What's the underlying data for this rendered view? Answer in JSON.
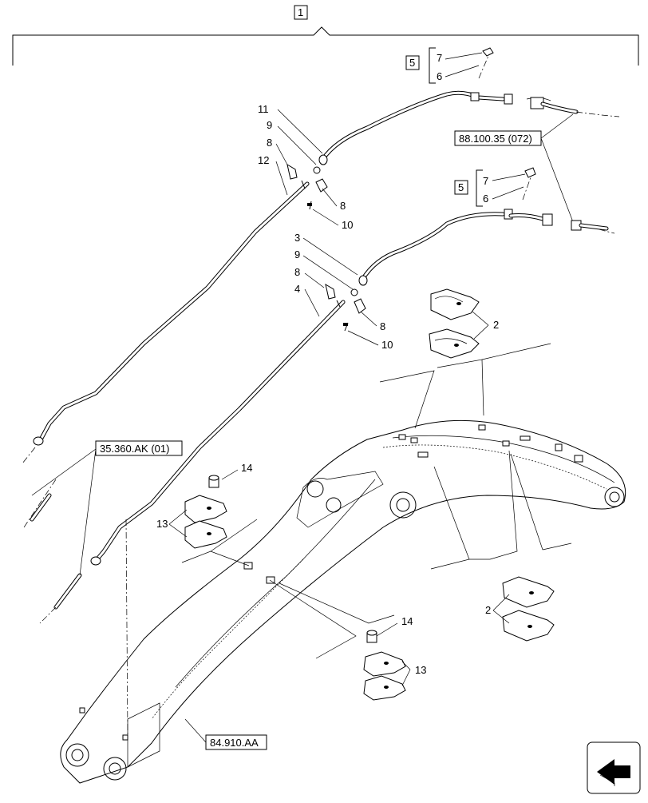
{
  "callouts": {
    "assembly": "1",
    "item2_top": "2",
    "item2_bottom": "2",
    "item3": "3",
    "item4": "4",
    "item5_top": "5",
    "item5_mid": "5",
    "item6_top": "6",
    "item6_mid": "6",
    "item7_top": "7",
    "item7_mid": "7",
    "item8_a": "8",
    "item8_b": "8",
    "item8_c": "8",
    "item8_d": "8",
    "item9_a": "9",
    "item9_b": "9",
    "item10_a": "10",
    "item10_b": "10",
    "item11": "11",
    "item12": "12",
    "item13_left": "13",
    "item13_right": "13",
    "item14_left": "14",
    "item14_right": "14"
  },
  "references": {
    "ref_88": "88.100.35 (072)",
    "ref_35": "35.360.AK (01)",
    "ref_84": "84.910.AA"
  },
  "icons": {
    "nav_arrow": "navigation-arrow-icon"
  }
}
